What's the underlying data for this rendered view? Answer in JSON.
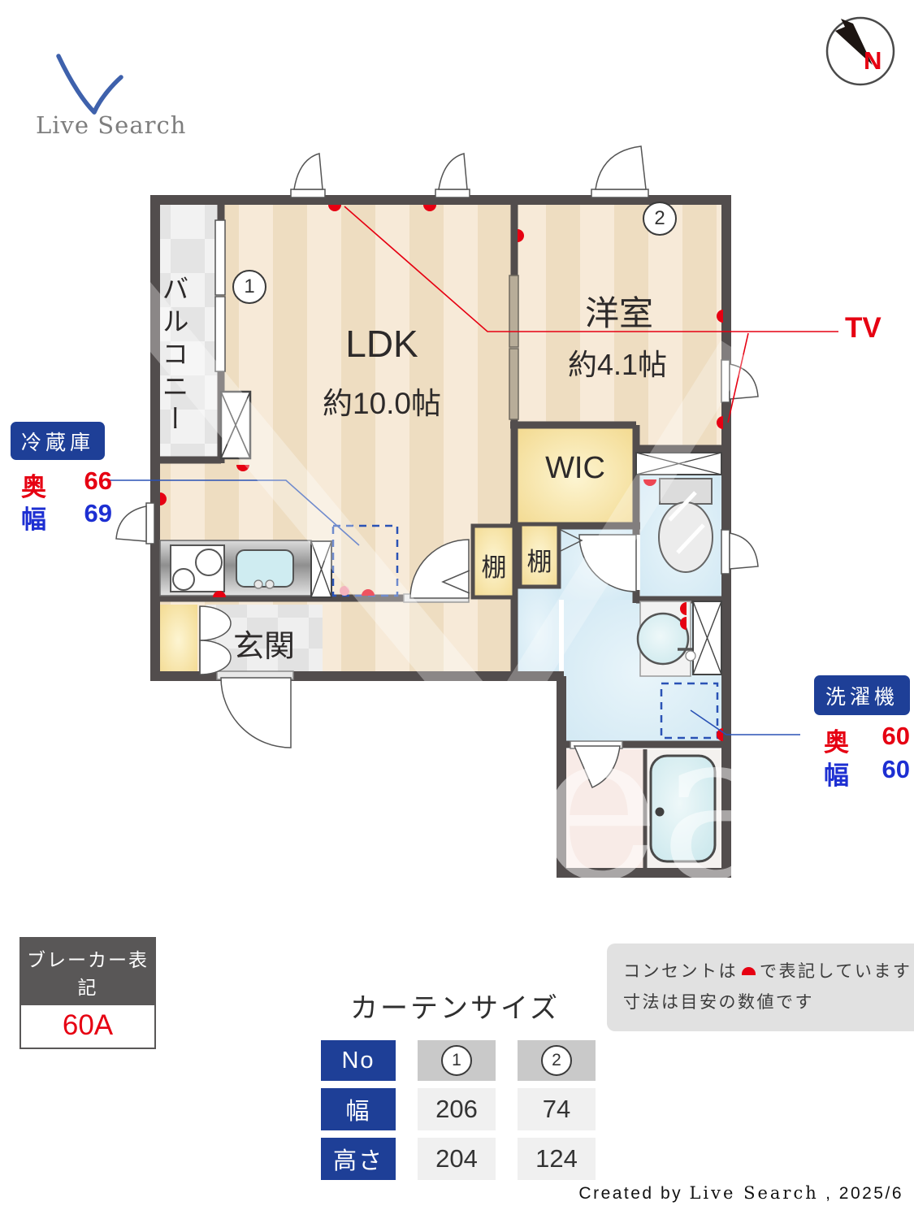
{
  "logo": {
    "brand": "Live Search"
  },
  "compass": {
    "label": "N"
  },
  "plan": {
    "rooms": {
      "balcony": "バルコニー",
      "ldk_name": "LDK",
      "ldk_size": "約10.0帖",
      "western_name": "洋室",
      "western_size": "約4.1帖",
      "wic": "WIC",
      "shelf_a": "棚",
      "shelf_b": "棚",
      "entrance": "玄関"
    },
    "markers": {
      "m1": "1",
      "m2": "2"
    },
    "colors": {
      "outlet_red": "#e60012",
      "line_blue": "#2a52b5",
      "badge_navy": "#1e3f97"
    }
  },
  "annotations": {
    "fridge": {
      "label": "冷蔵庫",
      "depth_key": "奥",
      "depth_value": "66",
      "width_key": "幅",
      "width_value": "69"
    },
    "tv": {
      "label": "TV"
    },
    "washer": {
      "label": "洗濯機",
      "depth_key": "奥",
      "depth_value": "60",
      "width_key": "幅",
      "width_value": "60"
    }
  },
  "breaker": {
    "label": "ブレーカー表記",
    "value": "60A"
  },
  "notes": {
    "outlet_prefix": "コンセントは",
    "outlet_suffix": "で表記しています",
    "dimension_note": "寸法は目安の数値です"
  },
  "curtain": {
    "title": "カーテンサイズ",
    "row_no": "No",
    "row_width": "幅",
    "row_height": "高さ",
    "columns": [
      {
        "no": "1",
        "width": "206",
        "height": "204"
      },
      {
        "no": "2",
        "width": "74",
        "height": "124"
      }
    ]
  },
  "footer": {
    "prefix": "Created by ",
    "brand": "Live Search",
    "suffix": " , 2025/6"
  }
}
